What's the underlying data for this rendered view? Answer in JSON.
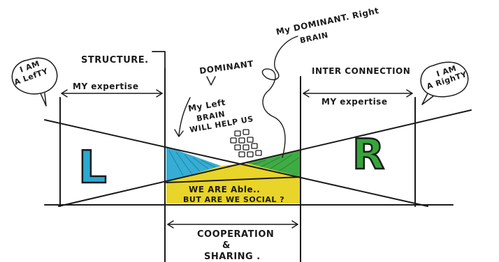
{
  "labels": {
    "structure": "STRUCTURE.",
    "dominant": "DOMINANT",
    "dominant_v": "v",
    "left_brain_1": "My Left",
    "left_brain_2": "BRAIN",
    "left_brain_3": "WILL HELP US",
    "right_brain_1": "My DOMINANT. Right",
    "right_brain_2": "BRAIN",
    "interconnection": "INTER CONNECTION",
    "expertise_left": "MY expertise",
    "expertise_right": "MY expertise",
    "lefty_1": "I AM",
    "lefty_2": "A LefTY",
    "righty_1": "I AM",
    "righty_2": "A RighTY",
    "big_left": "L",
    "big_right": "R",
    "able": "WE ARE Able..",
    "social": "BUT ARE WE SOCIAL ?",
    "cooperation": "COOPERATION",
    "ampersand": "&",
    "sharing": "SHARING ."
  },
  "colors": {
    "ink": "#1a1a1a",
    "cyan": "#2aa9d2",
    "green": "#35a63a",
    "yellow": "#e8d21d"
  }
}
